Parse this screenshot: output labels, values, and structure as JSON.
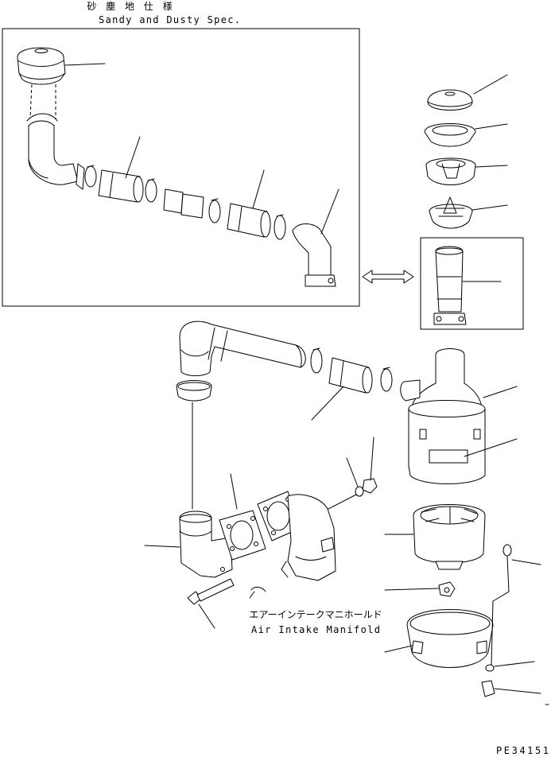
{
  "inset_label": {
    "japanese": "砂 塵 地 仕 様",
    "english": "Sandy and Dusty Spec."
  },
  "manifold_label": {
    "japanese": "エアーインテークマニホールド",
    "english": "Air Intake Manifold"
  },
  "drawing_code": "PE34151"
}
